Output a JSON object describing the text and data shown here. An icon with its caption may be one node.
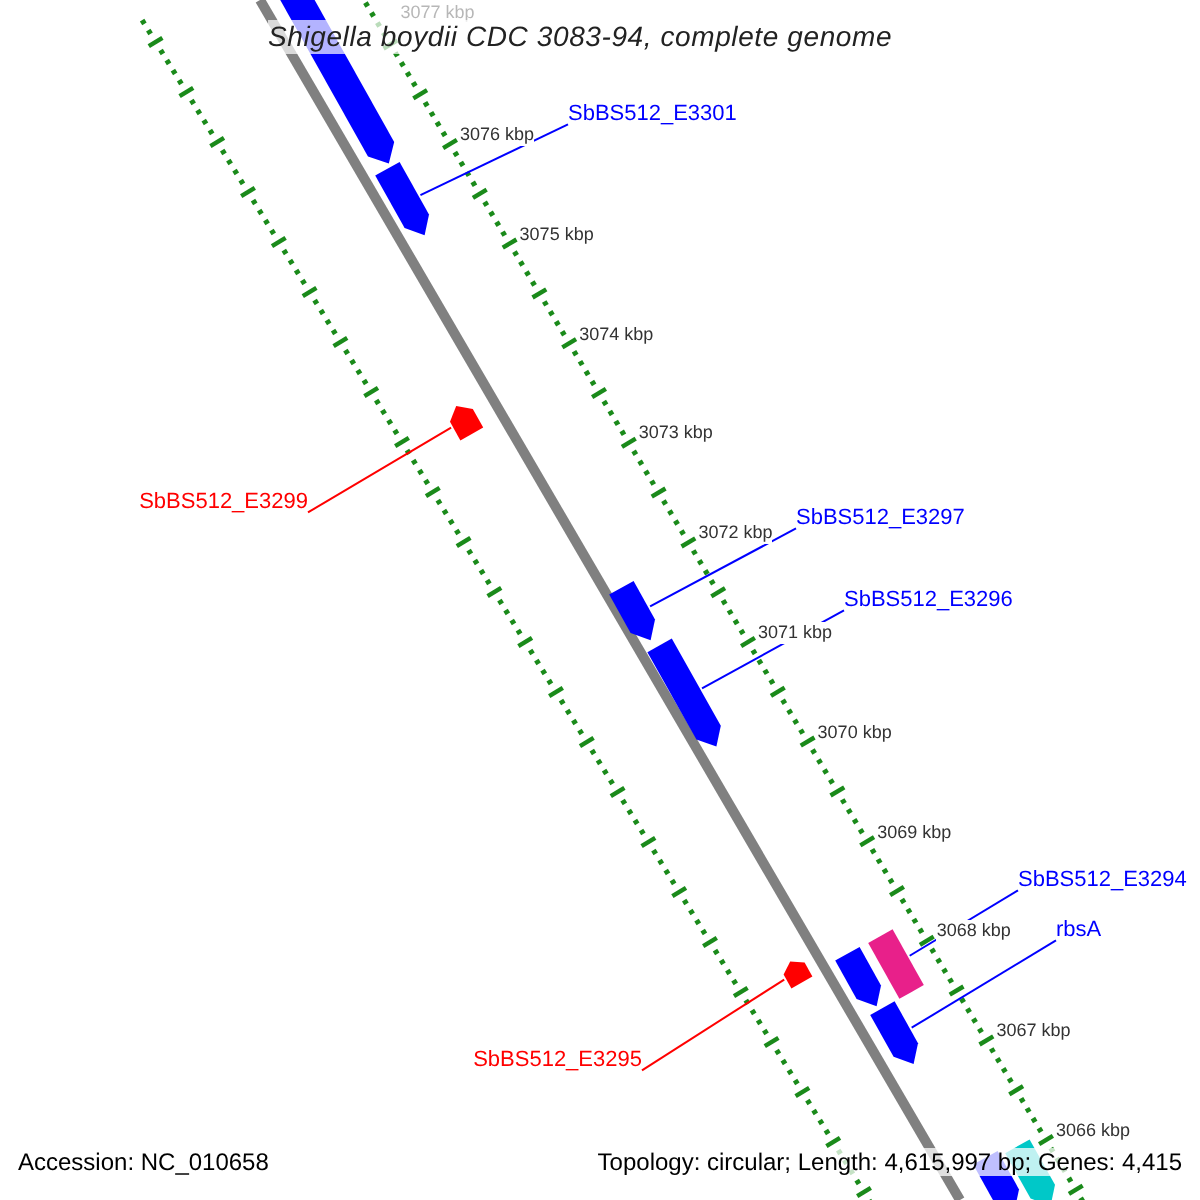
{
  "diagram": {
    "title": "Shigella boydii CDC 3083-94, complete genome",
    "nodes": [
      {
        "text": [],
        "shape": "arrow"
      },
      {
        "text": [
          "SbBS512_E3301"
        ]
      },
      {
        "text": [],
        "shape": "arrow"
      },
      {
        "text": [],
        "shape": "arrow"
      },
      {
        "text": [
          "SbBS512_E3299"
        ]
      },
      {
        "text": [
          "SbBS512_E3297"
        ]
      },
      {
        "text": [],
        "shape": "arrow"
      },
      {
        "text": [
          "SbBS512_E3296"
        ]
      },
      {
        "text": [],
        "shape": "arrow"
      },
      {
        "text": [
          "SbBS512_E3294"
        ]
      },
      {
        "text": [],
        "shape": "box"
      },
      {
        "text": [
          "rbsA"
        ]
      },
      {
        "text": [],
        "shape": "arrow"
      },
      {
        "text": [],
        "shape": "arrow"
      },
      {
        "text": [],
        "shape": "arrow"
      },
      {
        "text": [
          "SbBS512_E3295"
        ]
      },
      {
        "text": [],
        "shape": "arrow"
      },
      {
        "text": [],
        "shape": "arrow"
      }
    ],
    "edges": [
      {
        "from": 1,
        "to": 2,
        "arrow": "none"
      },
      {
        "from": 4,
        "to": 3,
        "arrow": "none",
        "color": "#ff0000"
      },
      {
        "from": 5,
        "to": 6,
        "arrow": "none"
      },
      {
        "from": 7,
        "to": 8,
        "arrow": "none"
      },
      {
        "from": 9,
        "to": 10,
        "arrow": "none"
      },
      {
        "from": 11,
        "to": 13,
        "arrow": "none"
      },
      {
        "from": 15,
        "to": 14,
        "arrow": "none",
        "color": "#ff0000"
      }
    ],
    "labels": [
      "3077 kbp",
      "3076 kbp",
      "3075 kbp",
      "3074 kbp",
      "3073 kbp",
      "3072 kbp",
      "3071 kbp",
      "3070 kbp",
      "3069 kbp",
      "3068 kbp",
      "3067 kbp",
      "3066 kbp",
      "Accession: NC_010658",
      "Topology: circular; Length: 4,615,997 bp; Genes: 4,415"
    ]
  }
}
